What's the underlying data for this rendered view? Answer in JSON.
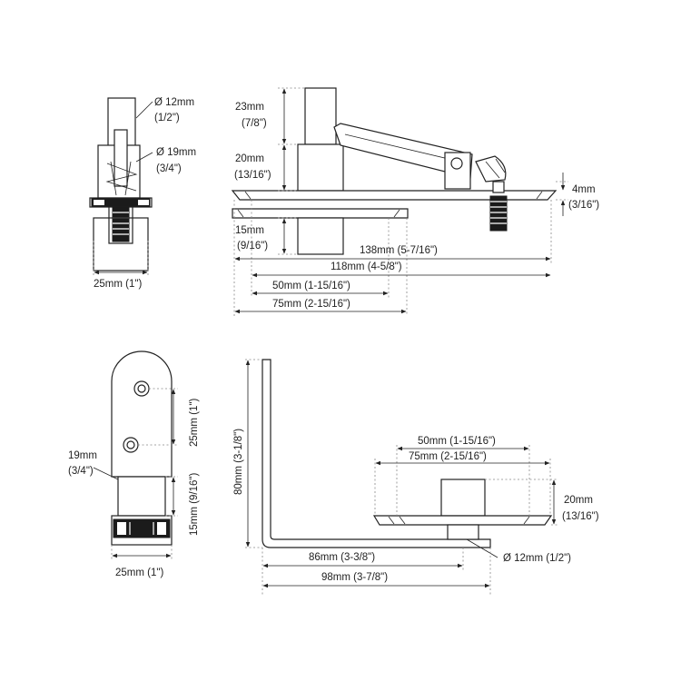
{
  "labels": {
    "top_front_d12": "Ø 12mm",
    "top_front_d12_in": "(1/2\")",
    "top_front_d19": "Ø 19mm",
    "top_front_d19_in": "(3/4\")",
    "top_front_w25": "25mm (1\")",
    "top_side_23": "23mm",
    "top_side_23_in": "(7/8\")",
    "top_side_20": "20mm",
    "top_side_20_in": "(13/16\")",
    "top_side_15": "15mm",
    "top_side_15_in": "(9/16\")",
    "top_side_4": "4mm",
    "top_side_4_in": "(3/16\")",
    "top_side_138": "138mm (5-7/16\")",
    "top_side_118": "118mm (4-5/8\")",
    "top_side_50": "50mm (1-15/16\")",
    "top_side_75": "75mm (2-15/16\")",
    "bot_front_19": "19mm",
    "bot_front_19_in": "(3/4\")",
    "bot_front_25v": "25mm (1\")",
    "bot_front_15v": "15mm (9/16\")",
    "bot_front_w25": "25mm (1\")",
    "bot_side_80": "80mm (3-1/8\")",
    "bot_side_50": "50mm (1-15/16\")",
    "bot_side_75": "75mm (2-15/16\")",
    "bot_side_20": "20mm",
    "bot_side_20_in": "(13/16\")",
    "bot_side_d12": "Ø 12mm (1/2\")",
    "bot_side_86": "86mm (3-3/8\")",
    "bot_side_98": "98mm (3-7/8\")"
  }
}
